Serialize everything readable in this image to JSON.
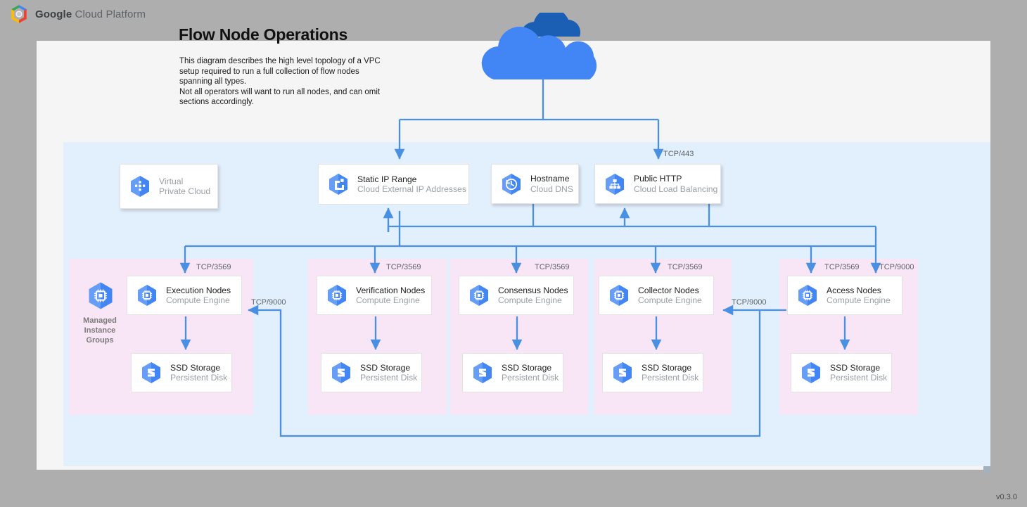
{
  "header": {
    "brand_bold": "Google",
    "brand_rest": " Cloud Platform",
    "logo_icon": "gcp-hexagon-logo"
  },
  "diagram": {
    "title": "Flow Node Operations",
    "description": "This diagram describes the high level topology of a VPC setup required to run a full collection of flow nodes spanning all types.\nNot all operators will want to run all nodes, and can omit sections accordingly.",
    "version": "v0.3.0",
    "internet_icon": "cloud-icon"
  },
  "colors": {
    "page_background": "#aeaeae",
    "canvas": "#f5f5f5",
    "vpc_region": "#e2effc",
    "mig_group": "#f8e6f6",
    "edge": "#4a90e2",
    "gcp_blue": "#4285f4",
    "cloud_front": "#4285f4",
    "cloud_back": "#1a5fb4"
  },
  "top_nodes": [
    {
      "title": "Virtual",
      "subtitle": "Private Cloud",
      "icon": "virtual-private-cloud-icon",
      "muted": true,
      "stacked": false
    },
    {
      "title": "Static IP Range",
      "subtitle": "Cloud External IP Addresses",
      "icon": "static-ip-range-icon",
      "muted": false,
      "stacked": true
    },
    {
      "title": "Hostname",
      "subtitle": "Cloud DNS",
      "icon": "cloud-dns-icon",
      "muted": false,
      "stacked": false
    },
    {
      "title": "Public HTTP",
      "subtitle": "Cloud Load Balancing",
      "icon": "cloud-load-balancing-icon",
      "muted": false,
      "stacked": false
    }
  ],
  "mig": {
    "label": "Managed\nInstance\nGroups",
    "icon": "managed-instance-groups-icon"
  },
  "node_groups": [
    {
      "node_title": "Execution Nodes",
      "node_subtitle": "Compute Engine",
      "node_icon": "compute-engine-icon",
      "storage_title": "SSD Storage",
      "storage_subtitle": "Persistent Disk",
      "storage_icon": "persistent-disk-icon",
      "ingress_port": "TCP/3569"
    },
    {
      "node_title": "Verification Nodes",
      "node_subtitle": "Compute Engine",
      "node_icon": "compute-engine-icon",
      "storage_title": "SSD Storage",
      "storage_subtitle": "Persistent Disk",
      "storage_icon": "persistent-disk-icon",
      "ingress_port": "TCP/3569"
    },
    {
      "node_title": "Consensus Nodes",
      "node_subtitle": "Compute Engine",
      "node_icon": "compute-engine-icon",
      "storage_title": "SSD Storage",
      "storage_subtitle": "Persistent Disk",
      "storage_icon": "persistent-disk-icon",
      "ingress_port": "TCP/3569"
    },
    {
      "node_title": "Collector Nodes",
      "node_subtitle": "Compute Engine",
      "node_icon": "compute-engine-icon",
      "storage_title": "SSD Storage",
      "storage_subtitle": "Persistent Disk",
      "storage_icon": "persistent-disk-icon",
      "ingress_port": "TCP/3569"
    },
    {
      "node_title": "Access Nodes",
      "node_subtitle": "Compute Engine",
      "node_icon": "compute-engine-icon",
      "storage_title": "SSD Storage",
      "storage_subtitle": "Persistent Disk",
      "storage_icon": "persistent-disk-icon",
      "ingress_port": "TCP/3569"
    }
  ],
  "edge_labels": {
    "https": "TCP/443",
    "access_extra": "TCP/9000",
    "access_to_collector": "TCP/9000",
    "access_to_execution": "TCP/9000"
  }
}
